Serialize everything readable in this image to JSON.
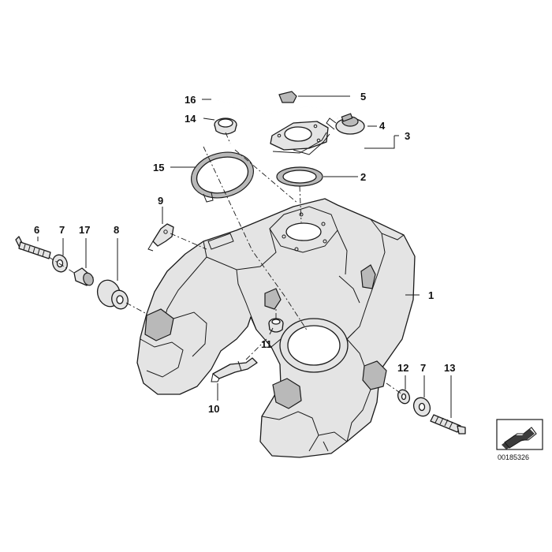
{
  "diagram": {
    "callouts": [
      "1",
      "2",
      "3",
      "4",
      "5",
      "6",
      "7",
      "8",
      "9",
      "10",
      "11",
      "12",
      "7",
      "13",
      "14",
      "15",
      "16",
      "17"
    ],
    "reference_number": "00185326",
    "nav_icon": "forward-arrow-icon"
  }
}
